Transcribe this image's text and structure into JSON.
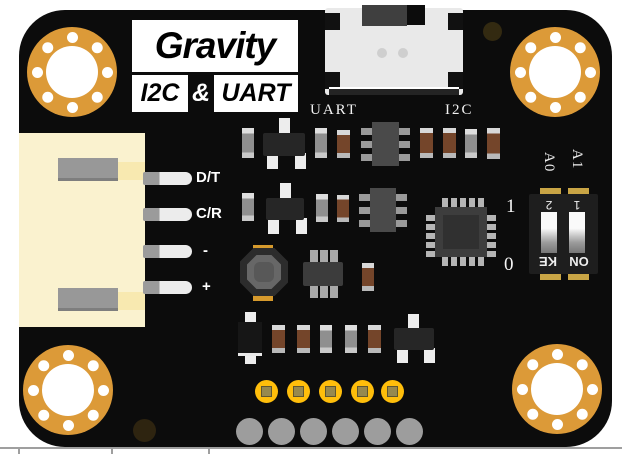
{
  "product": {
    "brand_logo": "Gravity",
    "interface_badge": {
      "left": "I2C",
      "amp": "&",
      "right": "UART"
    }
  },
  "mode_switch": {
    "left_label": "UART",
    "right_label": "I2C"
  },
  "connector": {
    "pins": [
      {
        "label": "D/T"
      },
      {
        "label": "C/R"
      },
      {
        "label": "-"
      },
      {
        "label": "+"
      }
    ]
  },
  "dip_switch": {
    "column_labels": [
      "A0",
      "A1"
    ],
    "position_on": "1",
    "position_off": "0",
    "channel_numbers": [
      "2",
      "1"
    ],
    "brand_text": "KE",
    "on_text": "ON"
  },
  "colors": {
    "board": "#0c0c0c",
    "mount_ring": "#dc9a38",
    "connector_body": "#faf2cf",
    "gold_pad": "#ffbe0b",
    "capacitor_brown": "#74452a",
    "silkscreen": "#ffffff",
    "background": "#ffffff"
  }
}
